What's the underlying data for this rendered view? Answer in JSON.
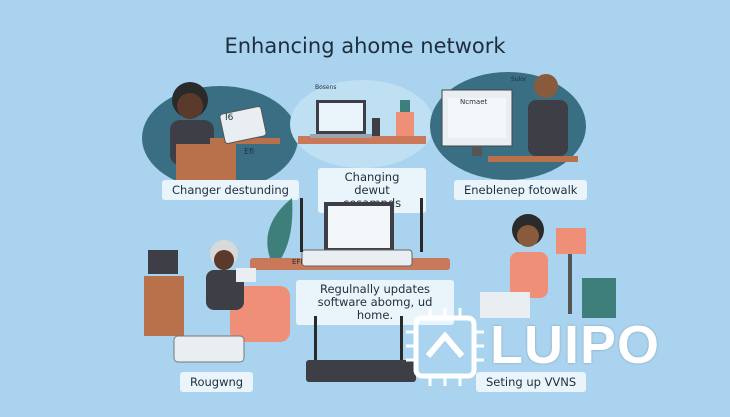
{
  "title": "Enhancing ahome network",
  "captions": {
    "top_left": "Changer destunding",
    "top_middle": "Changing dewut cesamnds",
    "top_right": "Eneblenep fotowalk",
    "middle": "Regulnally updates software abomg, ud home.",
    "bottom_left": "Rougwng",
    "bottom_right": "Seting up VVNS"
  },
  "scene_labels": {
    "efi_small": "Efi",
    "efi_left": "EFI",
    "laptop_screen": "Bosens",
    "monitor_screen": "Ncmaet",
    "monitor_label": "Sulor",
    "sixteen": "I6"
  },
  "watermark": {
    "text": "LUIPO"
  },
  "colors": {
    "background": "#a9d3ee",
    "bubble": "#bfe0f3",
    "teal": "#3a6f83",
    "skin_dark": "#5a3a2a",
    "skin_mid": "#8a5a3c",
    "wood": "#b8714a",
    "router": "#e8eef2",
    "coral": "#f08f78",
    "plant": "#3f7f7b"
  }
}
